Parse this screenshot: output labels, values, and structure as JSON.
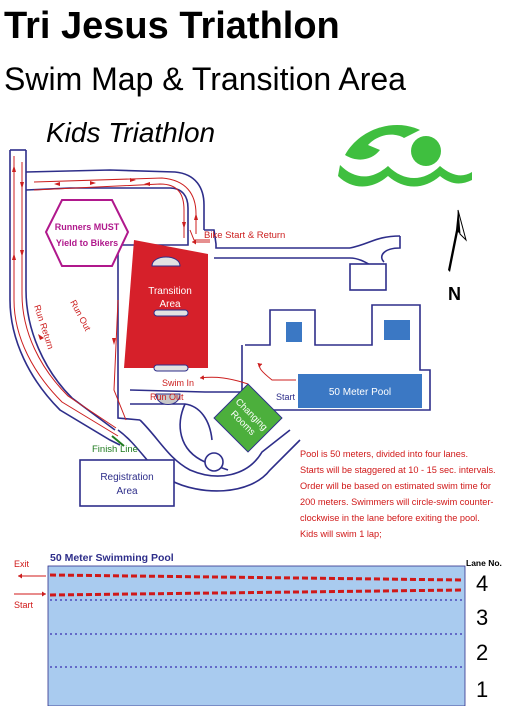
{
  "header": {
    "title": "Tri Jesus Triathlon",
    "subtitle": "Swim Map & Transition Area",
    "event": "Kids Triathlon"
  },
  "map": {
    "runners_sign": [
      "Runners MUST",
      "Yield to Bikers"
    ],
    "bike_label": "Bike Start & Return",
    "transition_label": [
      "Transition",
      "Area"
    ],
    "run_out_label": "Run Out",
    "run_return_label": "Run Return",
    "swim_in_label": "Swim In",
    "run_out_label_2": "Run Out",
    "finish_label": "Finish Line",
    "registration_label": [
      "Registration",
      "Area"
    ],
    "pool_label": "50 Meter Pool",
    "start_label": "Start",
    "changing_label": [
      "Changing",
      "Rooms"
    ],
    "north_label": "N",
    "colors": {
      "route": "#cc1f1f",
      "path_outline": "#2e2e8a",
      "transition": "#d6202a",
      "pool": "#3b78c4",
      "changing": "#4caf3c",
      "sign": "#b0188c",
      "swimmer_icon": "#3fbf3f",
      "finish": "#1e7a1e"
    },
    "icons": [
      "swimmer-icon",
      "north-arrow-icon"
    ]
  },
  "notes": [
    "Pool is 50 meters, divided into four lanes.",
    "Starts will be staggered at 10 - 15 sec. intervals.",
    "Order will be based on estimated swim time for",
    "200 meters.  Swimmers will circle-swim counter-",
    "clockwise in the lane before exiting the pool.",
    "Kids will swim 1 lap;"
  ],
  "pool_diagram": {
    "title": "50 Meter Swimming Pool",
    "lane_header": "Lane No.",
    "lanes": [
      "4",
      "3",
      "2",
      "1"
    ],
    "exit_label": "Exit",
    "start_label": "Start",
    "colors": {
      "water": "#a9cbef",
      "lane_line": "#3a2fb0",
      "route": "#d01818"
    }
  }
}
